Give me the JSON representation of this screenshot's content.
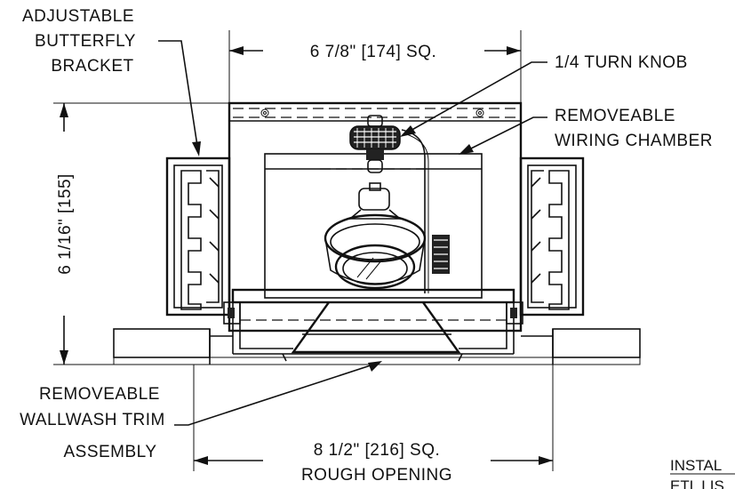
{
  "labels": {
    "butterfly_bracket": [
      "ADJUSTABLE",
      "BUTTERFLY",
      "BRACKET"
    ],
    "width_dim": "6 7/8\" [174] SQ.",
    "turn_knob": "1/4 TURN KNOB",
    "wiring_chamber": [
      "REMOVEABLE",
      "WIRING CHAMBER"
    ],
    "height_dim": "6 1/16\" [155]",
    "trim_assembly": [
      "REMOVEABLE",
      "WALLWASH TRIM",
      "ASSEMBLY"
    ],
    "rough_opening": [
      "8 1/2\" [216] SQ.",
      "ROUGH OPENING"
    ],
    "install_partial": "INSTAL",
    "etl_partial": "ETL LIS"
  }
}
